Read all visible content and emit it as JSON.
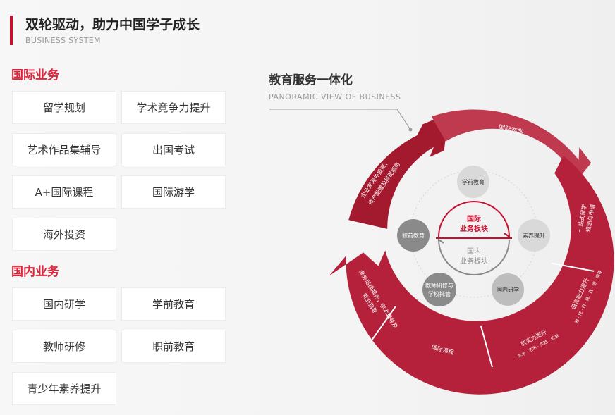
{
  "header": {
    "title": "双轮驱动，助力中国学子成长",
    "subtitle": "BUSINESS SYSTEM"
  },
  "international": {
    "heading": "国际业务",
    "items": [
      "留学规划",
      "学术竞争力提升",
      "艺术作品集辅导",
      "出国考试",
      "A+国际课程",
      "国际游学",
      "海外投资"
    ]
  },
  "domestic": {
    "heading": "国内业务",
    "items": [
      "国内研学",
      "学前教育",
      "教师研修",
      "职前教育",
      "青少年素养提升"
    ]
  },
  "diagram": {
    "title": "教育服务一体化",
    "subtitle": "PANORAMIC VIEW OF BUSINESS",
    "ring_labels": {
      "international_tour": "国际游学",
      "study_abroad": [
        "一站式留学",
        "规划与申请"
      ],
      "language": [
        "语言能力提升",
        "雅 · 托 · 日 · 韩 · 西 · 德 · 俄等"
      ],
      "soft_power": [
        "软实力提升",
        "学术 · 艺术 · 实践 · 公益"
      ],
      "curriculum": "国际课程",
      "overseas_service": [
        "海外后续服务，学术辅导及",
        "就业指导"
      ],
      "enterprise": [
        "企业家海外投资、",
        "资产配置及移民服务"
      ]
    },
    "core": {
      "international": [
        "国际",
        "业务板块"
      ],
      "domestic": [
        "国内",
        "业务板块"
      ]
    },
    "nodes": {
      "preschool": "学前教育",
      "quality": "素养提升",
      "domestic_study": "国内研学",
      "teacher": [
        "教师研修与",
        "学校托管"
      ],
      "vocational": "职前教育"
    },
    "colors": {
      "ring_dark": "#a3192e",
      "ring_light": "#c03a4f",
      "ring_red": "#b5213a",
      "accent": "#c8102e",
      "node_light": "#d9d9d9",
      "node_dark": "#8a8a8a"
    }
  }
}
